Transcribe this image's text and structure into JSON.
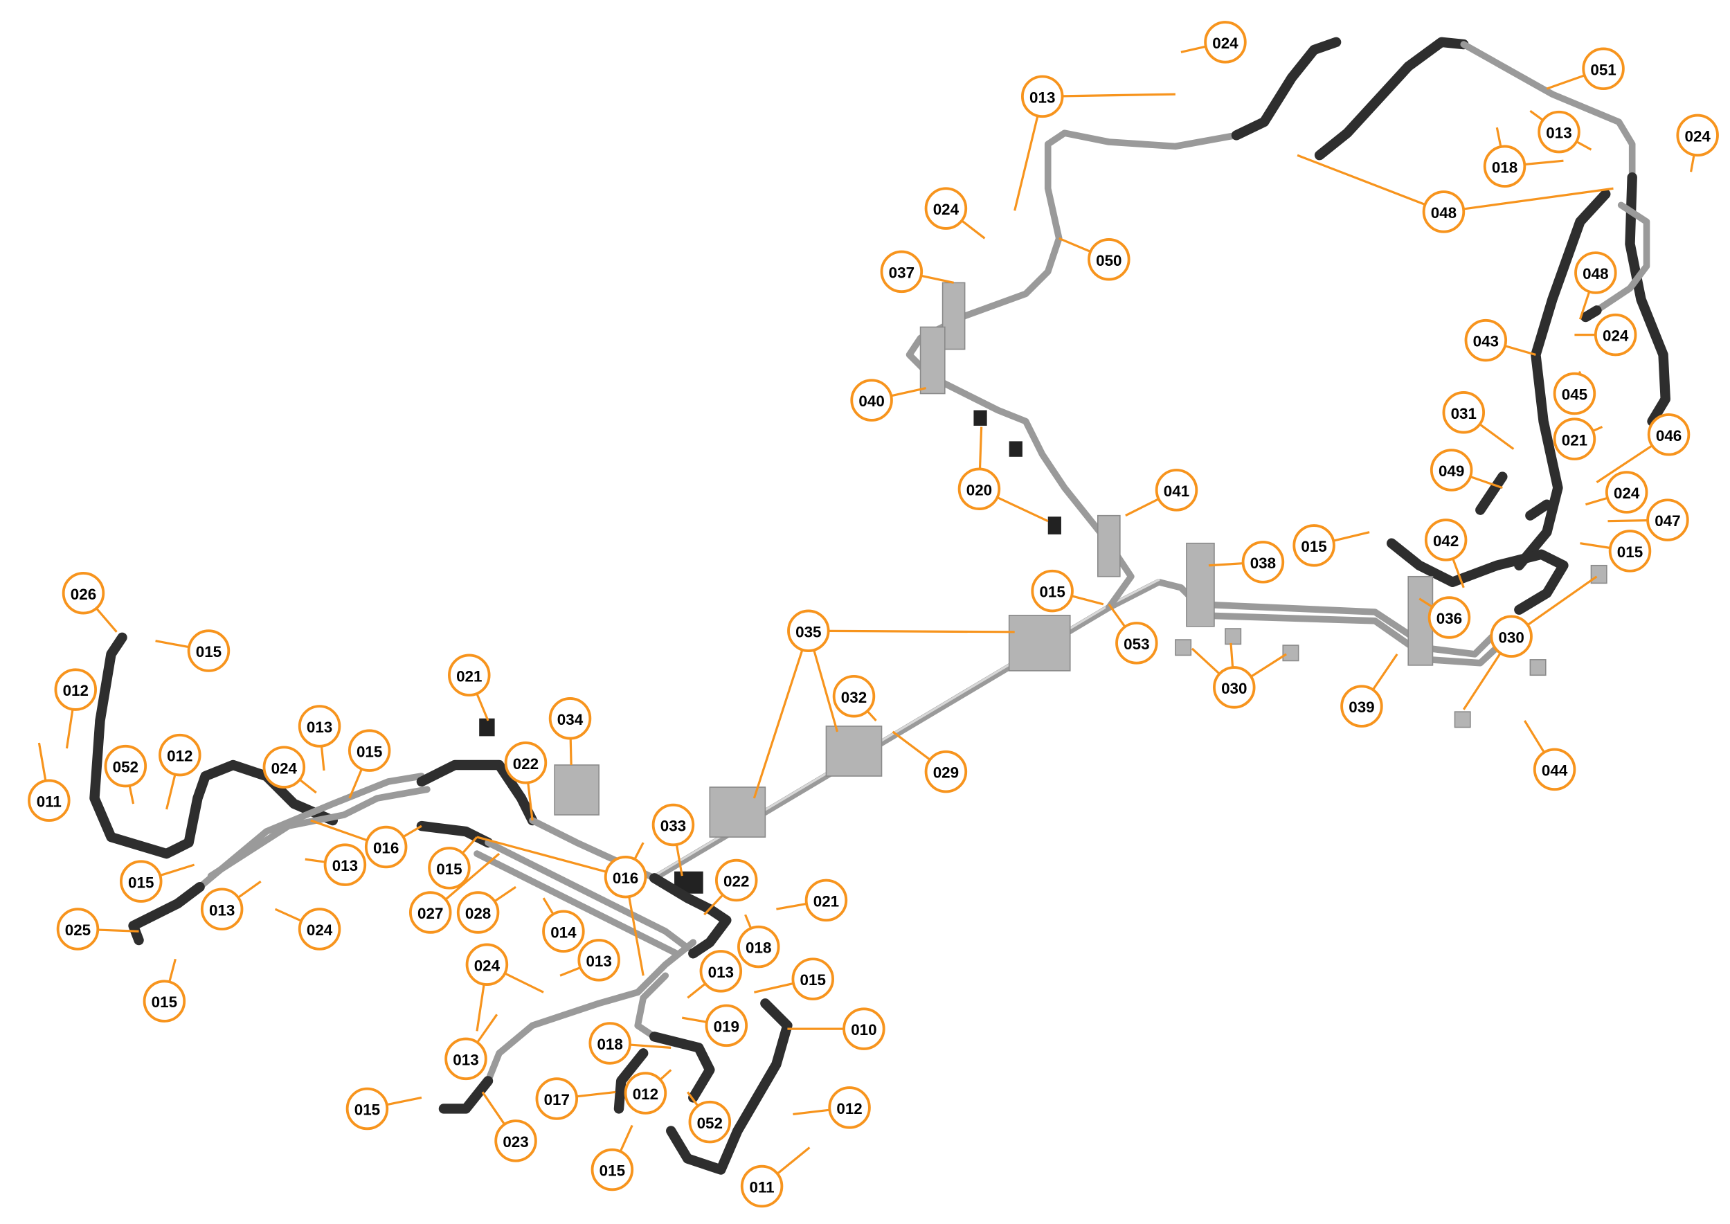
{
  "diagram": {
    "accent_color": "#f7941d",
    "pipe_color": "#9a9a9a",
    "hose_color": "#2e2e2e",
    "callouts": [
      "024",
      "013",
      "051",
      "013",
      "024",
      "018",
      "048",
      "024",
      "050",
      "037",
      "048",
      "024",
      "043",
      "040",
      "045",
      "031",
      "021",
      "046",
      "049",
      "024",
      "020",
      "041",
      "047",
      "015",
      "042",
      "015",
      "038",
      "015",
      "036",
      "053",
      "035",
      "030",
      "030",
      "039",
      "032",
      "029",
      "044",
      "026",
      "015",
      "021",
      "034",
      "012",
      "013",
      "015",
      "012",
      "052",
      "024",
      "022",
      "011",
      "016",
      "033",
      "013",
      "015",
      "015",
      "016",
      "022",
      "021",
      "013",
      "027",
      "028",
      "014",
      "018",
      "025",
      "024",
      "013",
      "024",
      "013",
      "015",
      "015",
      "019",
      "010",
      "018",
      "013",
      "017",
      "012",
      "012",
      "015",
      "023",
      "052",
      "015",
      "011"
    ]
  }
}
